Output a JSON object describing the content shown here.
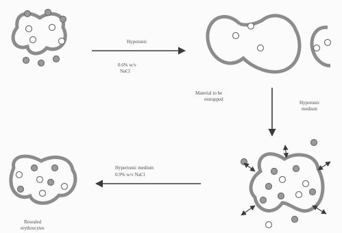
{
  "diagram": {
    "step1": {
      "line1": "Hypotonic",
      "line2": "0.6% w/v",
      "line3": "NaCl"
    },
    "material": {
      "line1": "Material to be",
      "line2": "entrapped"
    },
    "hypotonic_medium": {
      "line1": "Hypotonic",
      "line2": "medium"
    },
    "step3": {
      "line1": "Hypertonic medium",
      "line2": "0.9% w/v NaCl"
    },
    "resealed": {
      "line1": "Resealed",
      "line2": "erythrocytes"
    },
    "colors": {
      "membrane": "#8c8c8c",
      "dark_particle": "#9a9a9a",
      "light_particle": "#ffffff",
      "arrow": "#3a3a3a"
    }
  }
}
